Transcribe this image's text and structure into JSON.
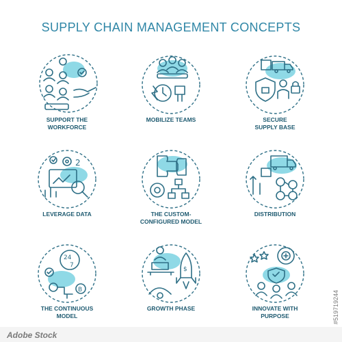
{
  "title": "SUPPLY CHAIN MANAGEMENT CONCEPTS",
  "colors": {
    "title": "#2f86a6",
    "stroke": "#2e6f86",
    "accent": "#8fd9e6",
    "label": "#1e5a70"
  },
  "items": [
    {
      "label": "SUPPORT THE\nWORKFORCE",
      "icon": "workforce-support-icon"
    },
    {
      "label": "MOBILIZE TEAMS",
      "icon": "mobilize-teams-icon"
    },
    {
      "label": "SECURE\nSUPPLY BASE",
      "icon": "secure-supply-icon"
    },
    {
      "label": "LEVERAGE DATA",
      "icon": "leverage-data-icon"
    },
    {
      "label": "THE CUSTOM-\nCONFIGURED MODEL",
      "icon": "custom-model-icon"
    },
    {
      "label": "DISTRIBUTION",
      "icon": "distribution-icon"
    },
    {
      "label": "THE CONTINUOUS\nMODEL",
      "icon": "continuous-model-icon"
    },
    {
      "label": "GROWTH PHASE",
      "icon": "growth-phase-icon"
    },
    {
      "label": "INNOVATE WITH\nPURPOSE",
      "icon": "innovate-purpose-icon"
    }
  ],
  "stamp": {
    "logo": "Adobe Stock",
    "id": "#519719244"
  },
  "icon_texts": {
    "clock_24": "24",
    "clock_7": "7",
    "dollar": "$",
    "bitcoin": "B",
    "number_2": "2"
  }
}
